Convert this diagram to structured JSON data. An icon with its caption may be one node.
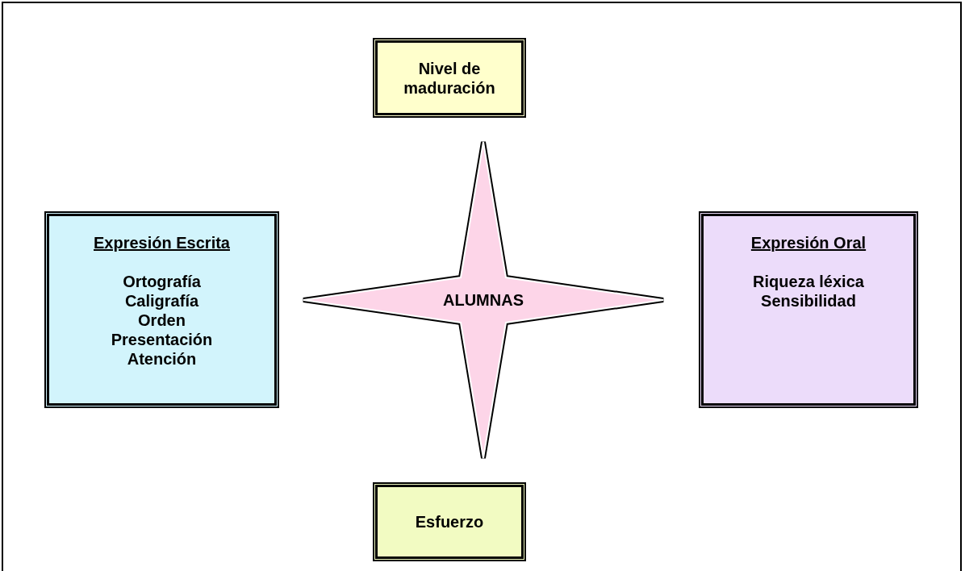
{
  "diagram": {
    "nodes": [
      {
        "text": [
          "Nivel de maduración"
        ]
      },
      {
        "text": [
          "Expresión Escrita",
          "Ortografía",
          "Caligrafía",
          "Orden",
          "Presentación",
          "Atención"
        ]
      },
      {
        "text": [
          "ALUMNAS"
        ]
      },
      {
        "text": [
          "Expresión Oral",
          "Riqueza léxica",
          "Sensibilidad"
        ]
      },
      {
        "text": [
          "Esfuerzo"
        ]
      }
    ]
  }
}
